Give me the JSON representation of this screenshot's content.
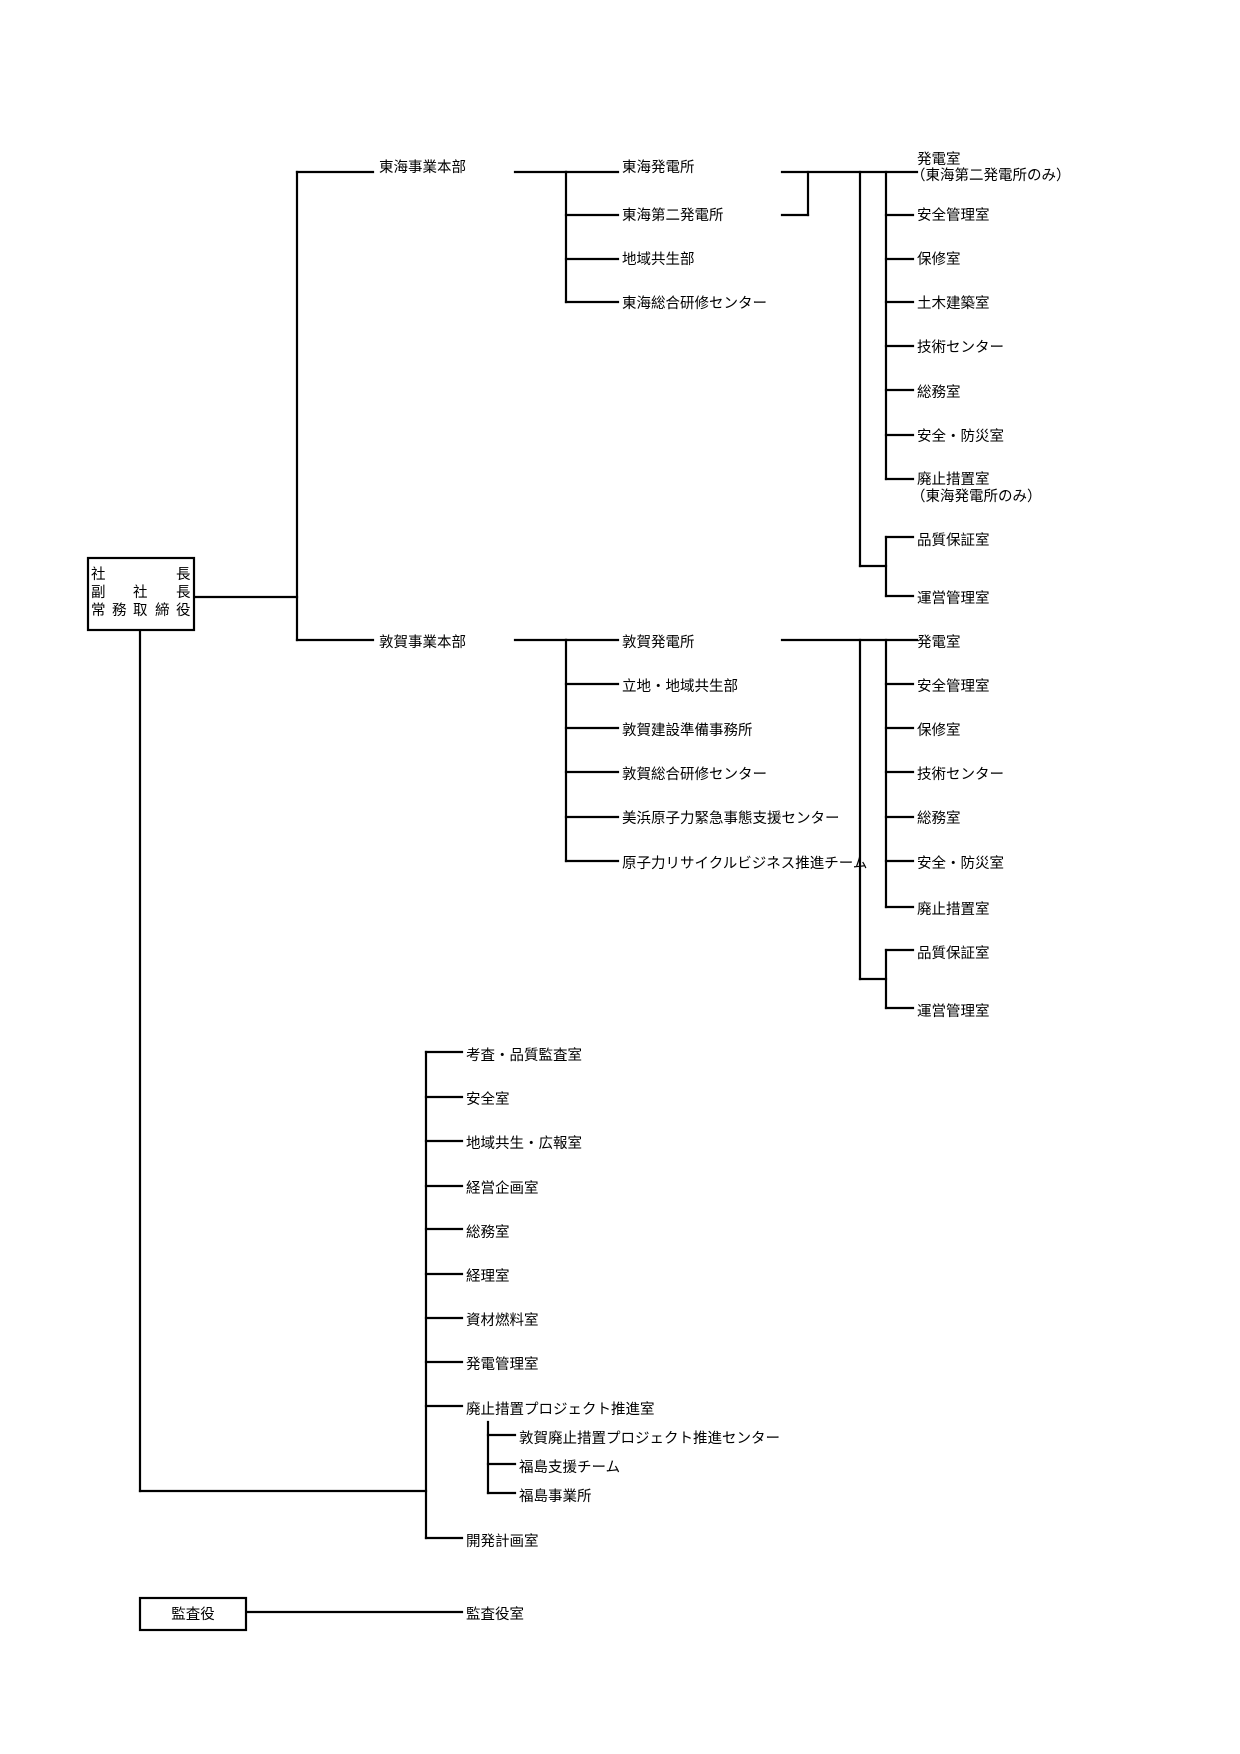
{
  "executive_box": {
    "lines": [
      [
        "社",
        "長"
      ],
      [
        "副",
        "社",
        "長"
      ],
      [
        "常",
        "務",
        "取",
        "締",
        "役"
      ]
    ]
  },
  "auditor_box": {
    "label": "監査役"
  },
  "tokai": {
    "division": "東海事業本部",
    "units": [
      "東海発電所",
      "東海第二発電所",
      "地域共生部",
      "東海総合研修センター"
    ],
    "plant_rooms": [
      [
        "発電室",
        "（東海第二発電所のみ）"
      ],
      [
        "安全管理室"
      ],
      [
        "保修室"
      ],
      [
        "土木建築室"
      ],
      [
        "技術センター"
      ],
      [
        "総務室"
      ],
      [
        "安全・防災室"
      ],
      [
        "廃止措置室",
        "（東海発電所のみ）"
      ]
    ],
    "qa_rooms": [
      "品質保証室",
      "運営管理室"
    ]
  },
  "tsuruga": {
    "division": "敦賀事業本部",
    "units": [
      "敦賀発電所",
      "立地・地域共生部",
      "敦賀建設準備事務所",
      "敦賀総合研修センター",
      "美浜原子力緊急事態支援センター",
      "原子力リサイクルビジネス推進チーム"
    ],
    "plant_rooms": [
      "発電室",
      "安全管理室",
      "保修室",
      "技術センター",
      "総務室",
      "安全・防災室",
      "廃止措置室"
    ],
    "qa_rooms": [
      "品質保証室",
      "運営管理室"
    ]
  },
  "headquarters": {
    "rooms": [
      "考査・品質監査室",
      "安全室",
      "地域共生・広報室",
      "経営企画室",
      "総務室",
      "経理室",
      "資材燃料室",
      "発電管理室",
      "廃止措置プロジェクト推進室",
      "開発計画室"
    ],
    "decommissioning_subunits": [
      "敦賀廃止措置プロジェクト推進センター",
      "福島支援チーム",
      "福島事業所"
    ]
  },
  "auditor_office": "監査役室"
}
